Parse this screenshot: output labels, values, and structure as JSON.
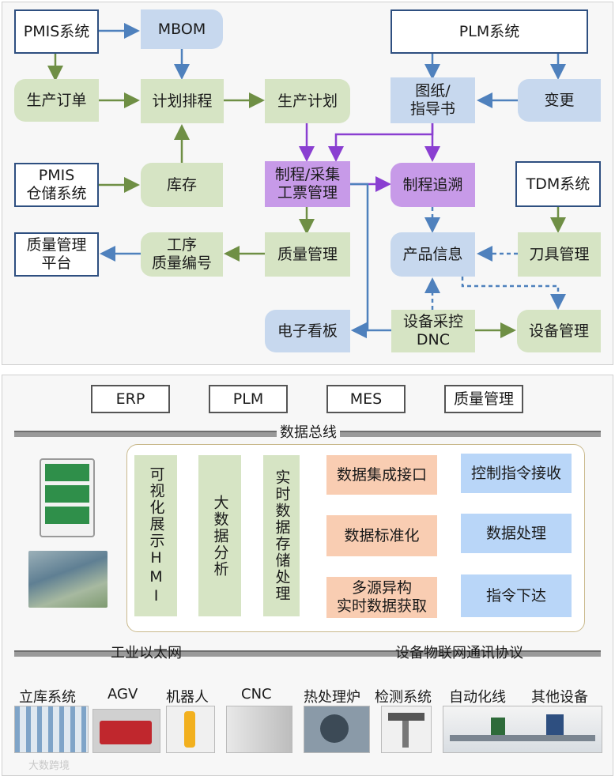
{
  "top": {
    "pmis": "PMIS系统",
    "mbom": "MBOM",
    "plm": "PLM系统",
    "order": "生产订单",
    "schedule": "计划排程",
    "plan": "生产计划",
    "drawing": "图纸/\n指导书",
    "change": "变更",
    "pmis_wh": "PMIS\n仓储系统",
    "stock": "库存",
    "process": "制程/采集\n工票管理",
    "trace": "制程追溯",
    "tdm": "TDM系统",
    "quality_platform": "质量管理\n平台",
    "proc_quality": "工序\n质量编号",
    "quality_mgmt": "质量管理",
    "product_info": "产品信息",
    "tool_mgmt": "刀具管理",
    "eboard": "电子看板",
    "dnc": "设备采控\nDNC",
    "equip_mgmt": "设备管理"
  },
  "bottom": {
    "erp": "ERP",
    "plm": "PLM",
    "mes": "MES",
    "quality": "质量管理",
    "bus": "数据总线",
    "hmi": "可视化展示HMI",
    "bigdata": "大数据分析",
    "realtime": "实时数据存储处理",
    "integration": "数据集成接口",
    "standard": "数据标准化",
    "acquire": "多源异构\n实时数据获取",
    "ctrl_recv": "控制指令接收",
    "data_proc": "数据处理",
    "cmd_send": "指令下达",
    "ethernet": "工业以太网",
    "iot_protocol": "设备物联网通讯协议",
    "devices": [
      "立库系统",
      "AGV",
      "机器人",
      "CNC",
      "热处理炉",
      "检测系统",
      "自动化线",
      "其他设备"
    ],
    "watermark": "大数跨境"
  },
  "colors": {
    "green_arrow": "#6f8f45",
    "blue_arrow": "#4f81bd",
    "purple_arrow": "#8a3fd1",
    "orange_arrow": "#e07b2a",
    "navy_arrow": "#1f3864"
  }
}
